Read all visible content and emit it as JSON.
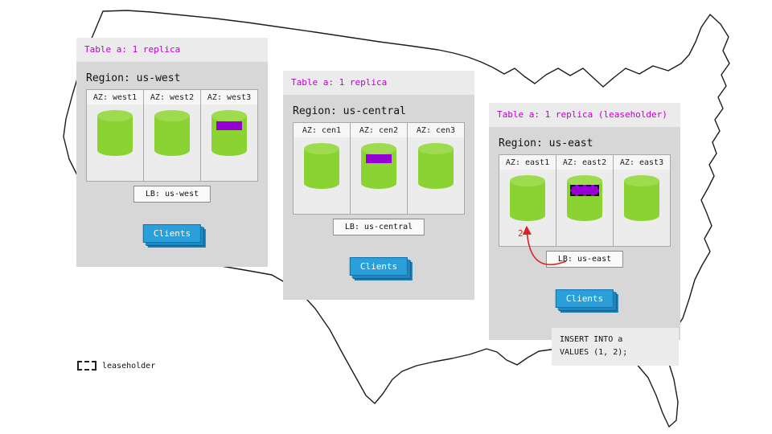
{
  "legend": {
    "label": "leaseholder"
  },
  "insert_note": {
    "lines": [
      "INSERT INTO a",
      "VALUES (1, 2);"
    ]
  },
  "east_arrow_label": "2",
  "colors": {
    "accent_magenta": "#bb00cc",
    "replica_green": "#8bd333",
    "leaseholder_purple": "#9400d3",
    "clients_blue": "#2a9fd9",
    "arrow_red": "#e02020"
  },
  "regions": [
    {
      "id": "us-west",
      "header": "Table a: 1 replica",
      "title": "Region: us-west",
      "azs": [
        {
          "label": "AZ: west1",
          "replica": false
        },
        {
          "label": "AZ: west2",
          "replica": false
        },
        {
          "label": "AZ: west3",
          "replica": true
        }
      ],
      "lb_label": "LB: us-west",
      "clients_label": "Clients"
    },
    {
      "id": "us-central",
      "header": "Table a: 1 replica",
      "title": "Region: us-central",
      "azs": [
        {
          "label": "AZ: cen1",
          "replica": false
        },
        {
          "label": "AZ: cen2",
          "replica": true
        },
        {
          "label": "AZ: cen3",
          "replica": false
        }
      ],
      "lb_label": "LB: us-central",
      "clients_label": "Clients"
    },
    {
      "id": "us-east",
      "header": "Table a: 1 replica (leaseholder)",
      "title": "Region: us-east",
      "azs": [
        {
          "label": "AZ: east1",
          "replica": false
        },
        {
          "label": "AZ: east2",
          "replica": true,
          "leaseholder": true
        },
        {
          "label": "AZ: east3",
          "replica": false
        }
      ],
      "lb_label": "LB: us-east",
      "clients_label": "Clients"
    }
  ]
}
